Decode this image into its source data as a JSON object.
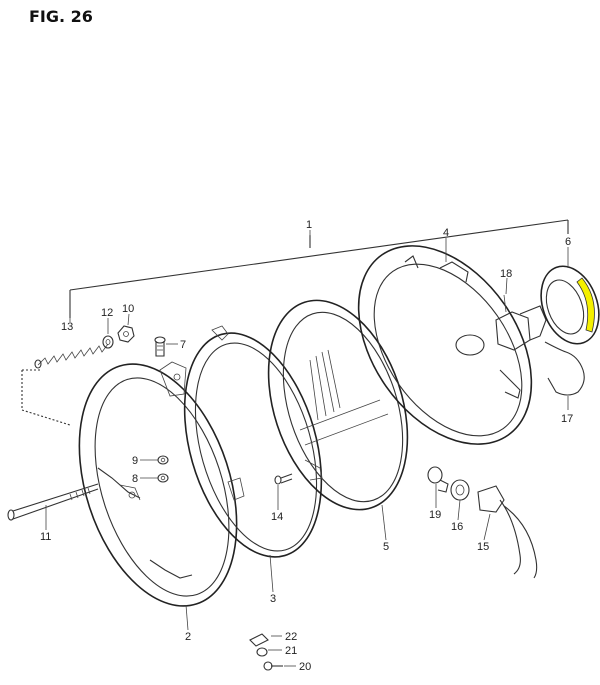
{
  "figure": {
    "title": "FIG. 26"
  },
  "callouts": {
    "c1": "1",
    "c2": "2",
    "c3": "3",
    "c4": "4",
    "c5": "5",
    "c6": "6",
    "c7": "7",
    "c8": "8",
    "c9": "9",
    "c10": "10",
    "c11": "11",
    "c12": "12",
    "c13": "13",
    "c14": "14",
    "c15": "15",
    "c16": "16",
    "c17": "17",
    "c18": "18",
    "c19": "19",
    "c20": "20",
    "c21": "21",
    "c22": "22"
  },
  "colors": {
    "highlight": "#f5f000",
    "ink": "#222222"
  }
}
